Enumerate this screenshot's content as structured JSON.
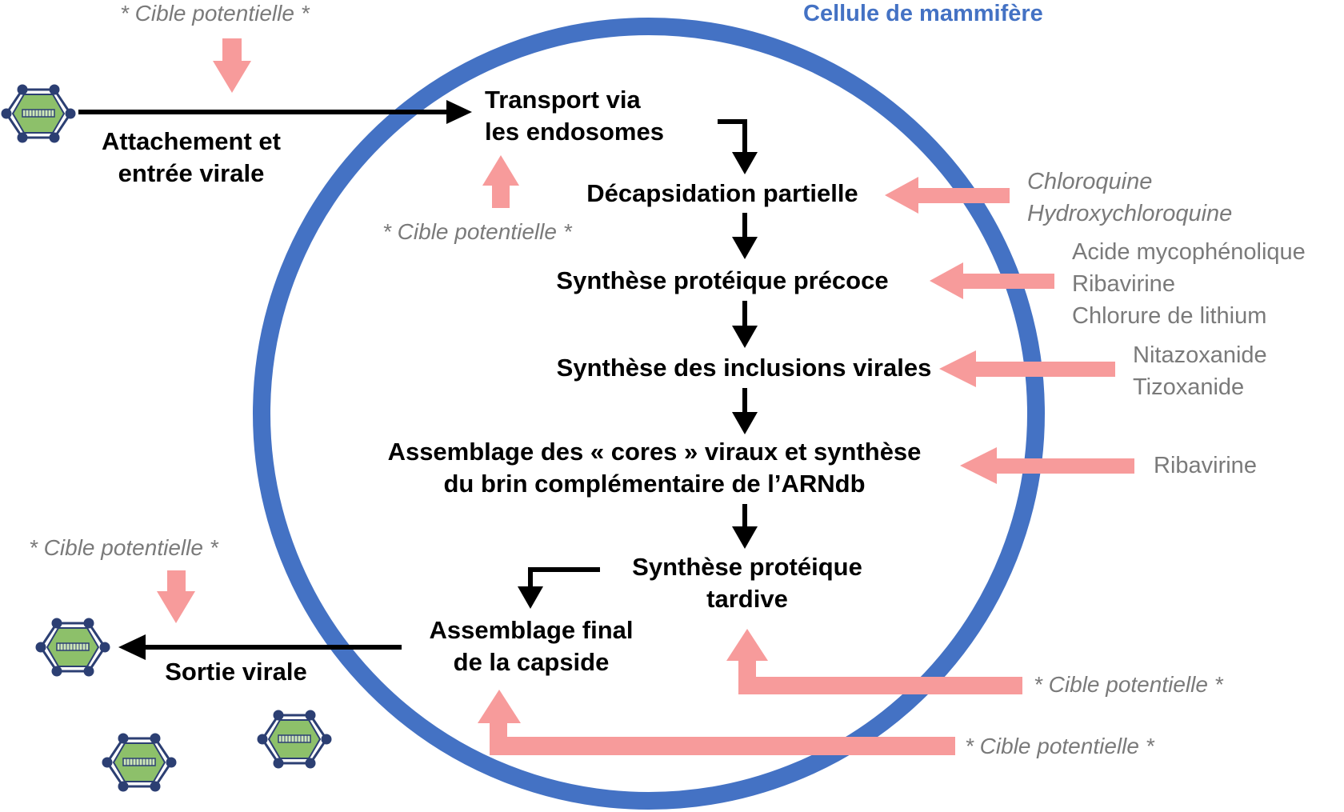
{
  "cell_label": "Cellule de mammifère",
  "cible_label": "* Cible potentielle *",
  "steps": {
    "entry": [
      "Attachement et",
      "entrée virale"
    ],
    "transport": [
      "Transport via",
      "les endosomes"
    ],
    "decapsidation": "Décapsidation partielle",
    "early_synthesis": "Synthèse protéique précoce",
    "inclusions": "Synthèse des inclusions virales",
    "cores": [
      "Assemblage des « cores » viraux et synthèse",
      "du brin complémentaire de l’ARNdb"
    ],
    "late_synthesis": [
      "Synthèse protéique",
      "tardive"
    ],
    "final_assembly": [
      "Assemblage final",
      "de la capside"
    ],
    "exit": "Sortie virale"
  },
  "drugs": {
    "decapsidation": [
      "Chloroquine",
      "Hydroxychloroquine"
    ],
    "early_synthesis": [
      "Acide mycophénolique",
      "Ribavirine",
      "Chlorure de lithium"
    ],
    "inclusions": [
      "Nitazoxanide",
      "Tizoxanide"
    ],
    "cores": [
      "Ribavirine"
    ]
  },
  "colors": {
    "cell_membrane": "#4472c4",
    "inhibitor_arrow": "#f79b9b",
    "flow_arrow": "#000000",
    "drug_text": "#7a7a7a",
    "virus_capsid": "#8dc06a",
    "virus_outline": "#2c3f73"
  },
  "icons": [
    "virus-icon"
  ]
}
